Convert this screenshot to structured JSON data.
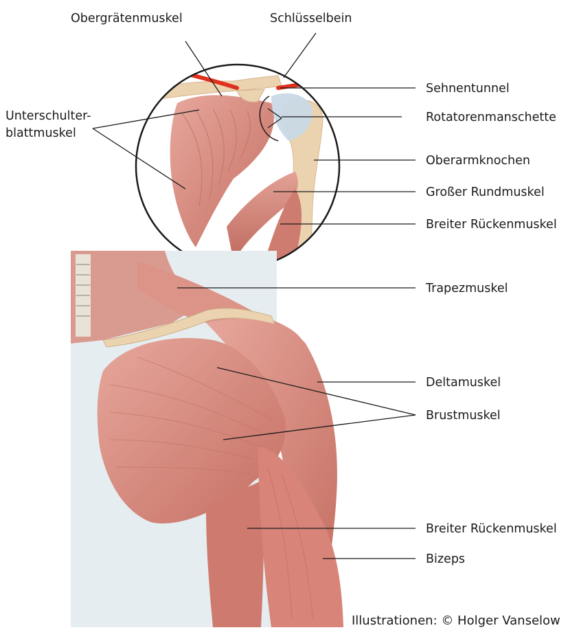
{
  "diagram": {
    "labels": {
      "supraspinatus": "Obergrätenmuskel",
      "clavicle": "Schlüsselbein",
      "subscapularis_line1": "Unterschulter-",
      "subscapularis_line2": "blattmuskel",
      "tendon_tunnel": "Sehnentunnel",
      "rotator_cuff": "Rotatorenmanschette",
      "humerus": "Oberarmknochen",
      "teres_major": "Großer Rundmuskel",
      "latissimus_top": "Breiter Rückenmuskel",
      "trapezius": "Trapezmuskel",
      "deltoid": "Deltamuskel",
      "pectoralis": "Brustmuskel",
      "latissimus_bottom": "Breiter Rückenmuskel",
      "biceps": "Bizeps"
    },
    "credit": "Illustrationen:  © Holger Vanselow",
    "colors": {
      "muscle": "#d98b80",
      "muscle_dark": "#b9685d",
      "bone": "#ecd3b0",
      "tendon": "#c9d9e6",
      "skin_white": "#e6edf0",
      "arrow": "#e0301e",
      "leader": "#1a1a1a"
    }
  }
}
